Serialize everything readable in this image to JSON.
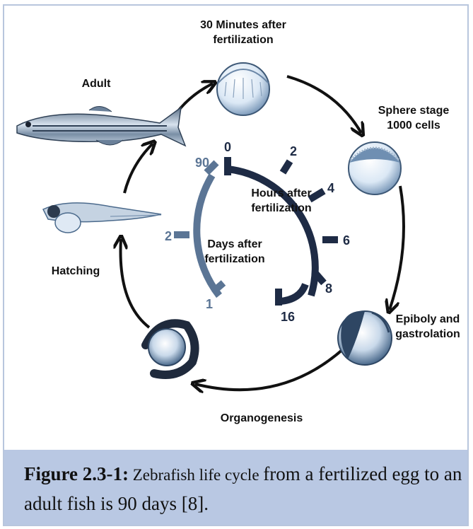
{
  "stages": {
    "thirty_min_line1": "30 Minutes after",
    "thirty_min_line2": "fertilization",
    "sphere_line1": "Sphere stage",
    "sphere_line2": "1000 cells",
    "epiboly_line1": "Epiboly and",
    "epiboly_line2": "gastrolation",
    "organogenesis": "Organogenesis",
    "hatching": "Hatching",
    "adult": "Adult"
  },
  "hours_scale": {
    "title_line1": "Hours after",
    "title_line2": "fertilization",
    "ticks": [
      "0",
      "2",
      "4",
      "6",
      "8",
      "16"
    ],
    "color": "#1e2b45"
  },
  "days_scale": {
    "title_line1": "Days after",
    "title_line2": "fertilization",
    "ticks": [
      "90",
      "2",
      "1"
    ],
    "color": "#5b7595"
  },
  "caption": {
    "label": "Figure 2.3-1:",
    "text_small": " Zebrafish life cycle ",
    "text_large": "from a fertilized egg to an adult fish is 90 days [8]."
  },
  "colors": {
    "caption_bg": "#b9c8e3",
    "arrow": "#111111",
    "embryo": "#cfe0f2"
  }
}
